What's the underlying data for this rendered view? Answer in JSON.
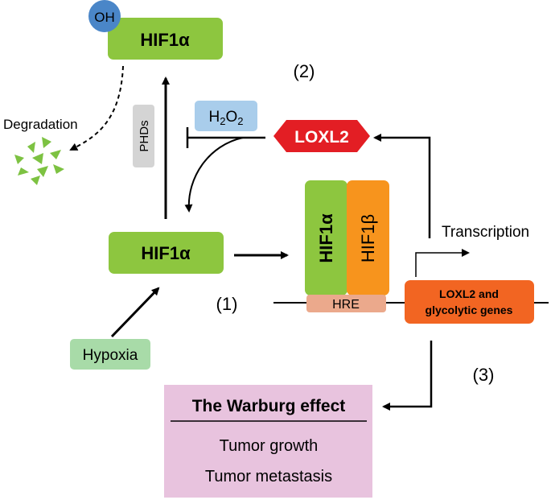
{
  "colors": {
    "hif_green": "#8DC63F",
    "hif_beta_orange": "#F7941D",
    "oh_blue": "#4A86C8",
    "loxl2_red": "#E31E24",
    "h2o2_blue": "#A9CDEB",
    "phds_gray": "#D4D4D4",
    "hypoxia_green": "#A8DBA8",
    "hre_salmon": "#EBA98C",
    "gene_orange": "#F26522",
    "warburg_pink": "#E8C3DE",
    "fragment_green": "#7DC242"
  },
  "labels": {
    "oh": "OH",
    "hif1a_top": "HIF1α",
    "hif1a_mid": "HIF1α",
    "hif1a_vertical": "HIF1α",
    "hif1b_vertical": "HIF1β",
    "degradation": "Degradation",
    "phds": "PHDs",
    "h2o2_parts": {
      "h": "H",
      "sub1": "2",
      "o": "O",
      "sub2": "2"
    },
    "loxl2": "LOXL2",
    "step2": "(2)",
    "step1": "(1)",
    "step3": "(3)",
    "transcription": "Transcription",
    "hre": "HRE",
    "genes_line1": "LOXL2 and",
    "genes_line2": "glycolytic genes",
    "hypoxia": "Hypoxia",
    "warburg_title": "The Warburg effect",
    "tumor_growth": "Tumor growth",
    "tumor_metastasis": "Tumor metastasis"
  }
}
